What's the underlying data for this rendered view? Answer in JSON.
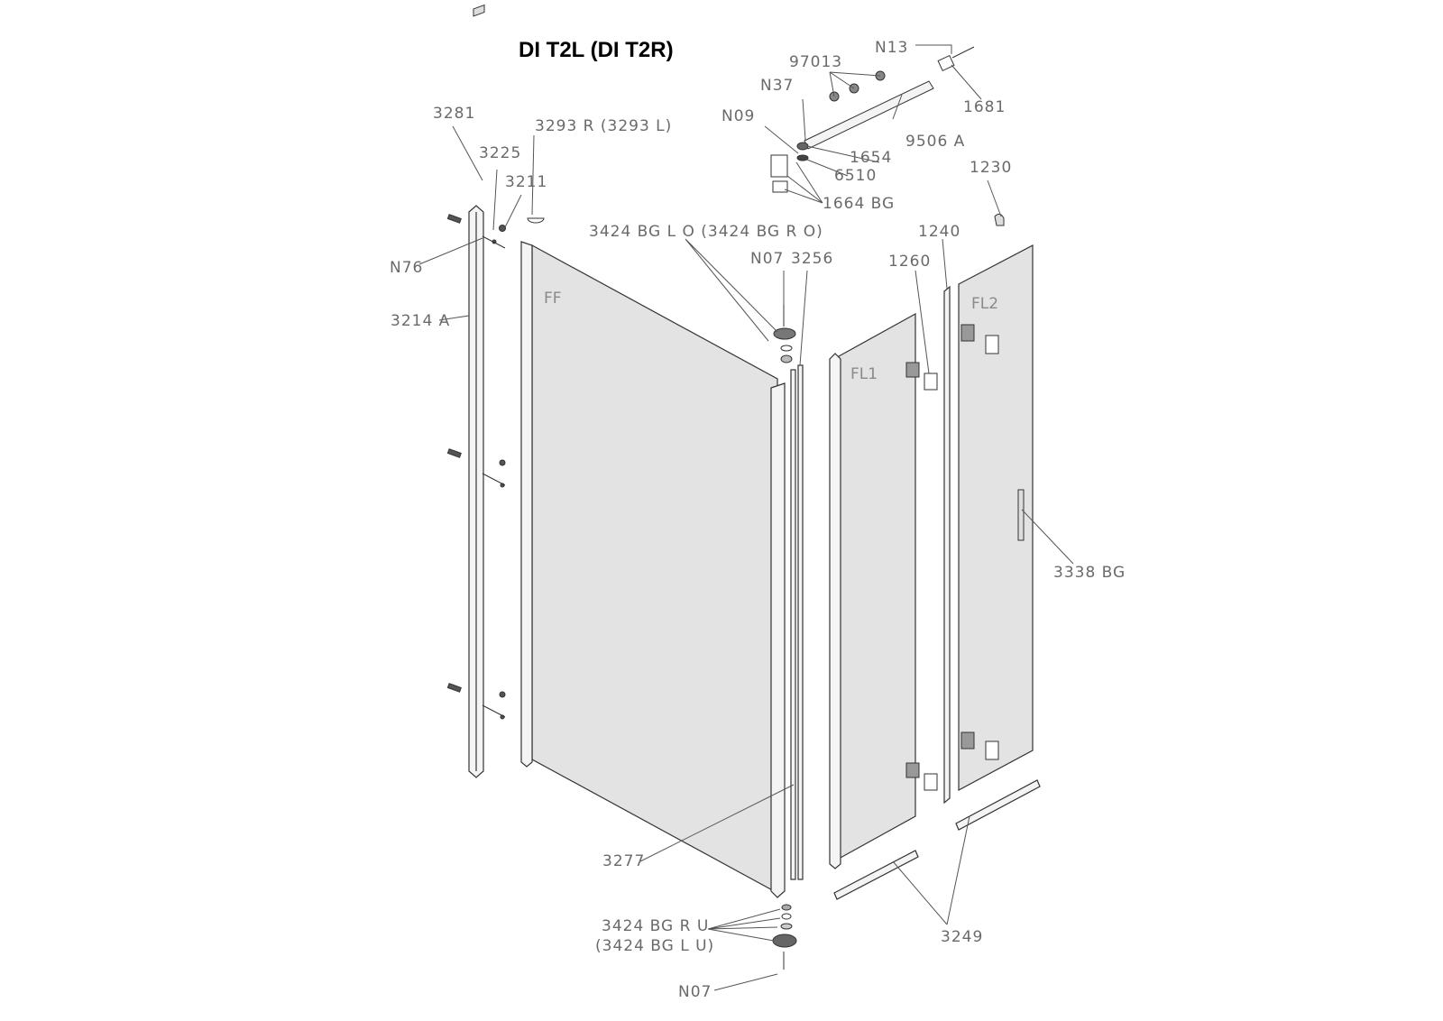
{
  "title": "DI T2L (DI T2R)",
  "panels": {
    "ff": "FF",
    "fl1": "FL1",
    "fl2": "FL2"
  },
  "labels": {
    "n13": "N13",
    "p97013": "97013",
    "n37": "N37",
    "n09": "N09",
    "p1681": "1681",
    "p9506a": "9506 A",
    "p1654": "1654",
    "p6510": "6510",
    "p1664bg": "1664 BG",
    "p1230": "1230",
    "p3281": "3281",
    "p3293": "3293 R (3293 L)",
    "p3225": "3225",
    "p3211": "3211",
    "n76": "N76",
    "p3214a": "3214 A",
    "p3424top": "3424 BG L O (3424 BG R O)",
    "n07top": "N07",
    "p3256": "3256",
    "p1240": "1240",
    "p1260": "1260",
    "p3338bg": "3338 BG",
    "p3277": "3277",
    "p3424bot1": "3424 BG R U",
    "p3424bot2": "(3424 BG L U)",
    "p3249": "3249",
    "n07bot": "N07"
  }
}
